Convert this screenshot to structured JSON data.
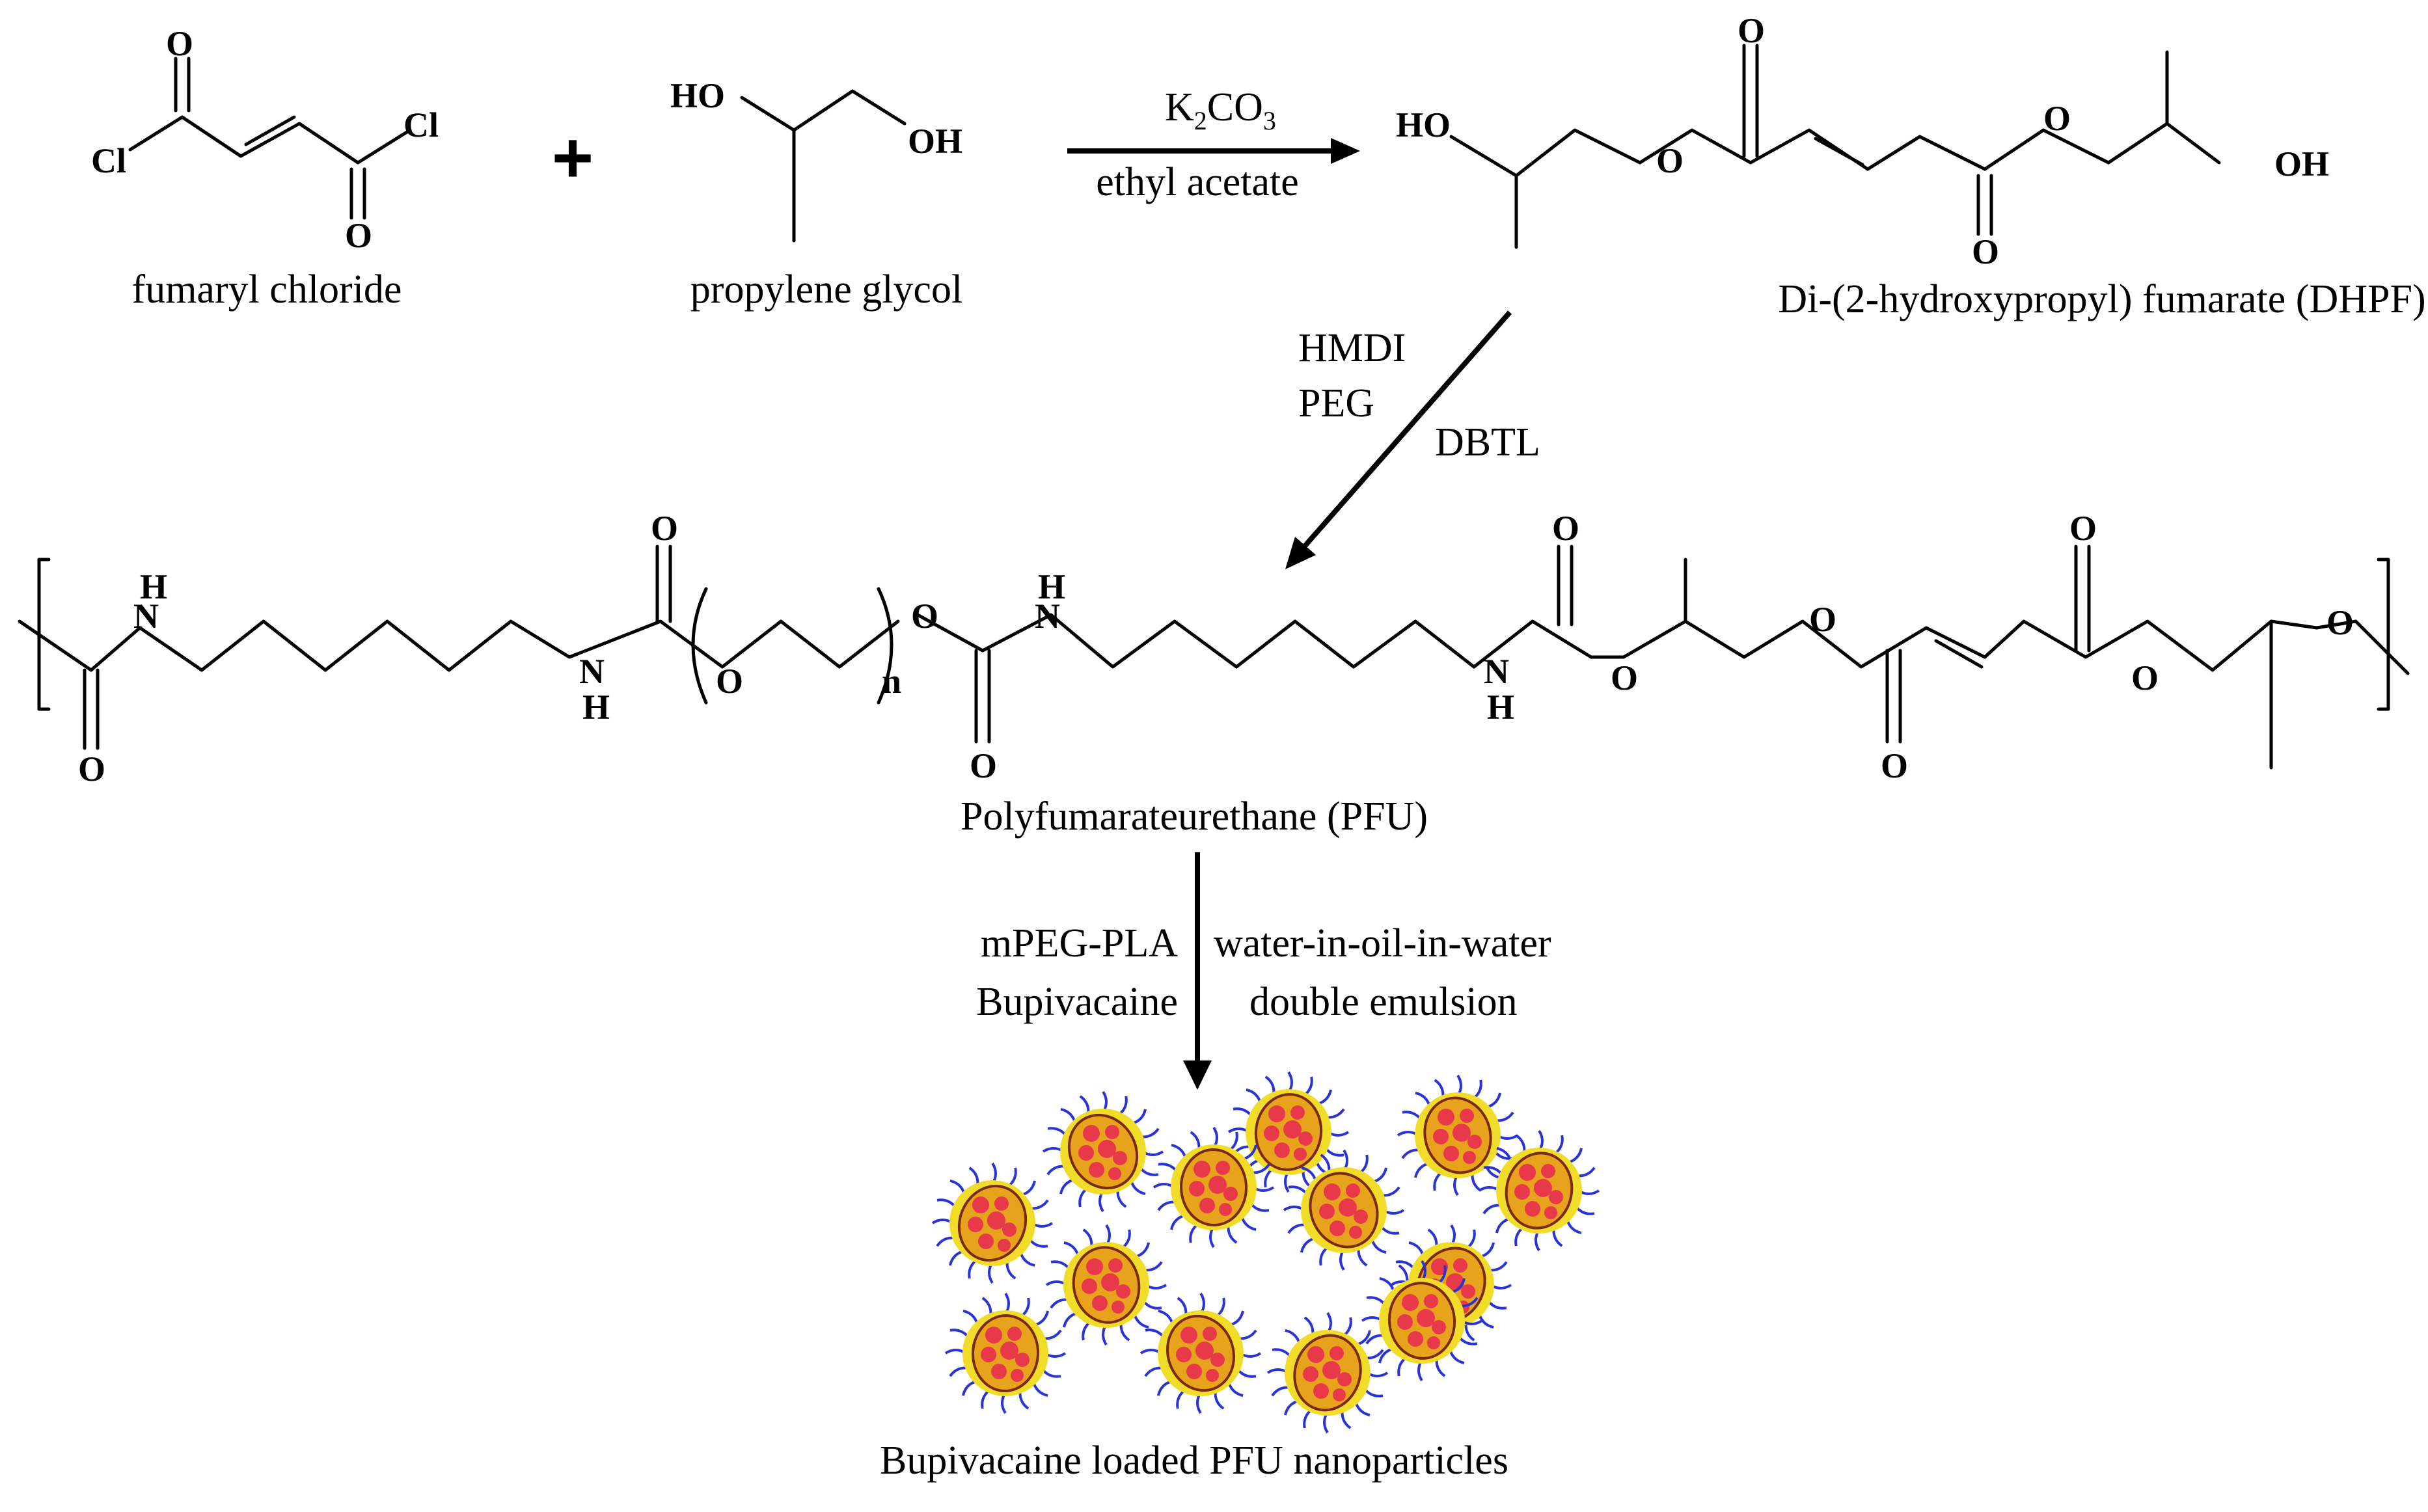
{
  "reactants": {
    "fumaryl_chloride": "fumaryl chloride",
    "propylene_glycol": "propylene glycol",
    "plus": "+"
  },
  "step1": {
    "reagent_top": "K",
    "reagent_sub1": "2",
    "reagent_mid": "CO",
    "reagent_sub2": "3",
    "solvent": "ethyl acetate"
  },
  "intermediate": {
    "name": "Di-(2-hydroxypropyl) fumarate (DHPF)"
  },
  "step2": {
    "reagent1": "HMDI",
    "reagent2": "PEG",
    "catalyst": "DBTL"
  },
  "polymer": {
    "name": "Polyfumarateurethane (PFU)",
    "repeat_subscript": "n"
  },
  "step3": {
    "left_line1": "mPEG-PLA",
    "left_line2": "Bupivacaine",
    "right_line1": "water-in-oil-in-water",
    "right_line2": "double emulsion"
  },
  "product": {
    "name": "Bupivacaine loaded PFU nanoparticles"
  },
  "atoms": {
    "O": "O",
    "Cl": "Cl",
    "HO": "HO",
    "OH": "OH",
    "N": "N",
    "H": "H"
  },
  "colors": {
    "particle_core": "#e8a31c",
    "particle_shell": "#f2dc2a",
    "particle_dots": "#e8394a",
    "particle_chains": "#2a33d6"
  }
}
